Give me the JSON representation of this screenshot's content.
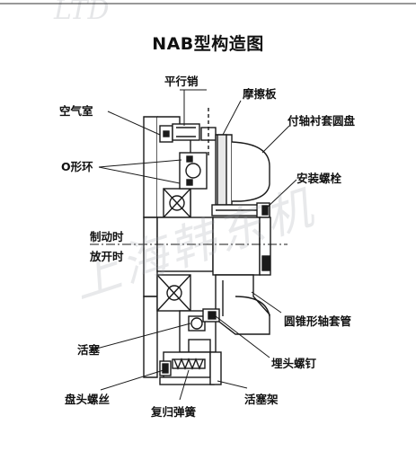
{
  "title": "NAB型构造图",
  "labels": {
    "pin": "平行销",
    "friction_plate": "摩擦板",
    "air_chamber": "空气室",
    "hub_disc": "付轴衬套圆盘",
    "o_ring": "O形环",
    "mount_bolt": "安装螺栓",
    "braking": "制动时",
    "release": "放开时",
    "taper_sleeve": "圆锥形轴套管",
    "piston": "活塞",
    "set_screw": "埋头螺钉",
    "pan_screw": "盘头螺丝",
    "return_spring": "复归弹簧",
    "piston_frame": "活塞架"
  },
  "watermark": {
    "text": "上海韩东机",
    "top_fragment": "LTD"
  },
  "colors": {
    "line": "#1a1a1a",
    "fill": "#ffffff",
    "shade": "#d9d9d9",
    "watermark": "#9aa0a6"
  }
}
